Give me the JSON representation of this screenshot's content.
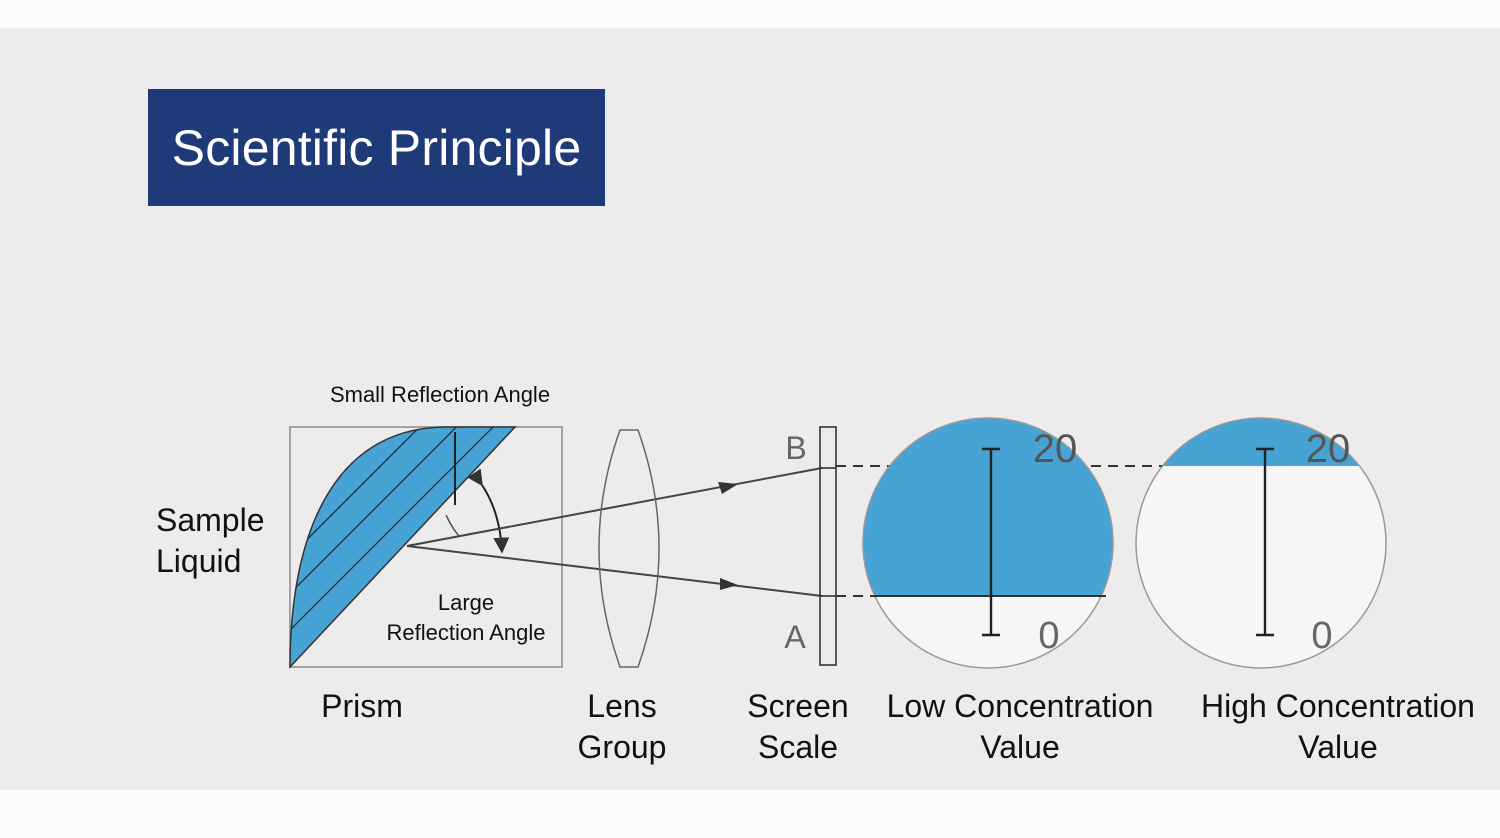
{
  "title": "Scientific Principle",
  "labels": {
    "small_angle": "Small Reflection Angle",
    "large_angle_1": "Large",
    "large_angle_2": "Reflection Angle",
    "sample_1": "Sample",
    "sample_2": "Liquid",
    "prism": "Prism",
    "lens_1": "Lens",
    "lens_2": "Group",
    "screen_1": "Screen",
    "screen_2": "Scale",
    "low_1": "Low Concentration",
    "low_2": "Value",
    "high_1": "High Concentration",
    "high_2": "Value",
    "point_b": "B",
    "point_a": "A",
    "low_top": "20",
    "low_bottom": "0",
    "high_top": "20",
    "high_bottom": "0"
  },
  "colors": {
    "title_bg": "#1f3a78",
    "fill_blue": "#47a3d3",
    "line": "#333333",
    "panel_bg": "#ececec"
  }
}
